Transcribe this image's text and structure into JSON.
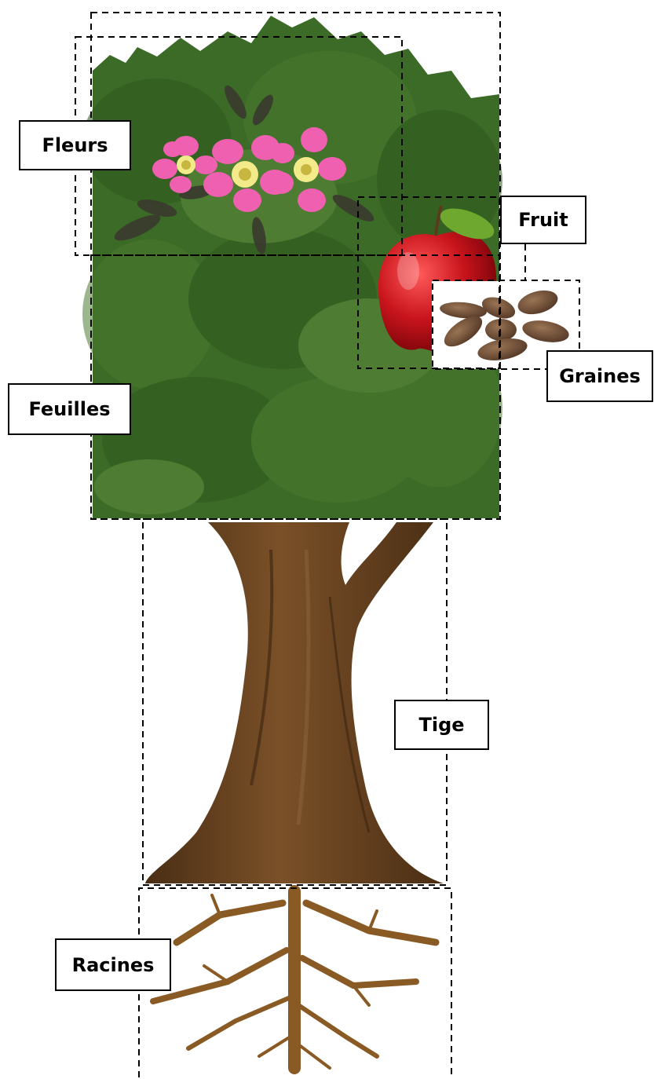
{
  "labels": {
    "fleurs": "Fleurs",
    "fruit": "Fruit",
    "graines": "Graines",
    "feuilles": "Feuilles",
    "tige": "Tige",
    "racines": "Racines"
  },
  "colors": {
    "foliage_dark": "#2f5a1e",
    "foliage_mid": "#40702a",
    "foliage_light": "#5c8a3c",
    "trunk": "#5a3a1c",
    "trunk_light": "#7a5028",
    "roots": "#8a5a24",
    "apple": "#c8141c",
    "petal": "#f060b0",
    "seed": "#6b4a30"
  }
}
